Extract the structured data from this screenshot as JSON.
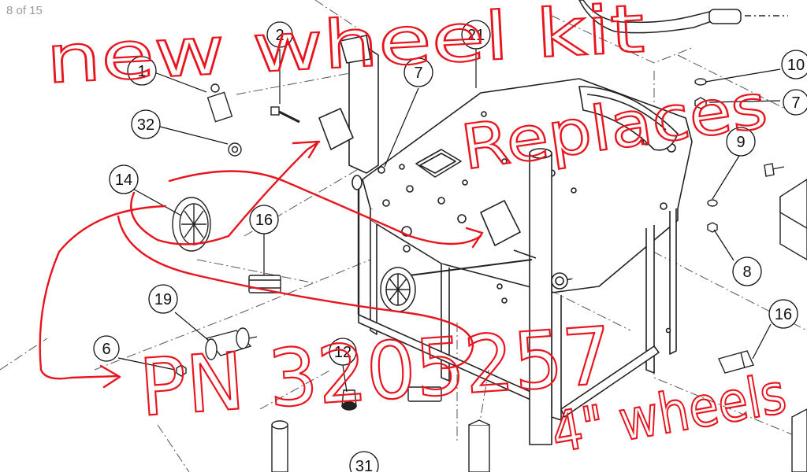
{
  "viewer": {
    "page_indicator": "8 of 15"
  },
  "callouts": [
    {
      "id": "c1",
      "label": "1"
    },
    {
      "id": "c2",
      "label": "2"
    },
    {
      "id": "c7a",
      "label": "7"
    },
    {
      "id": "c21",
      "label": "21"
    },
    {
      "id": "c10",
      "label": "10"
    },
    {
      "id": "c7b",
      "label": "7"
    },
    {
      "id": "c32",
      "label": "32"
    },
    {
      "id": "c9",
      "label": "9"
    },
    {
      "id": "c14",
      "label": "14"
    },
    {
      "id": "c16a",
      "label": "16"
    },
    {
      "id": "c8",
      "label": "8"
    },
    {
      "id": "c19",
      "label": "19"
    },
    {
      "id": "c16b",
      "label": "16"
    },
    {
      "id": "c6",
      "label": "6"
    },
    {
      "id": "c12",
      "label": "12"
    },
    {
      "id": "c31",
      "label": "31"
    }
  ],
  "annotations": {
    "line1": "new wheel kit",
    "line2": "Replaces",
    "part_number": "PN 3205257",
    "wheel_size": "4\" wheels"
  },
  "colors": {
    "ink": "#e8141e",
    "linework": "#222222",
    "page": "#ffffff",
    "indicator": "#9a9a9a"
  }
}
